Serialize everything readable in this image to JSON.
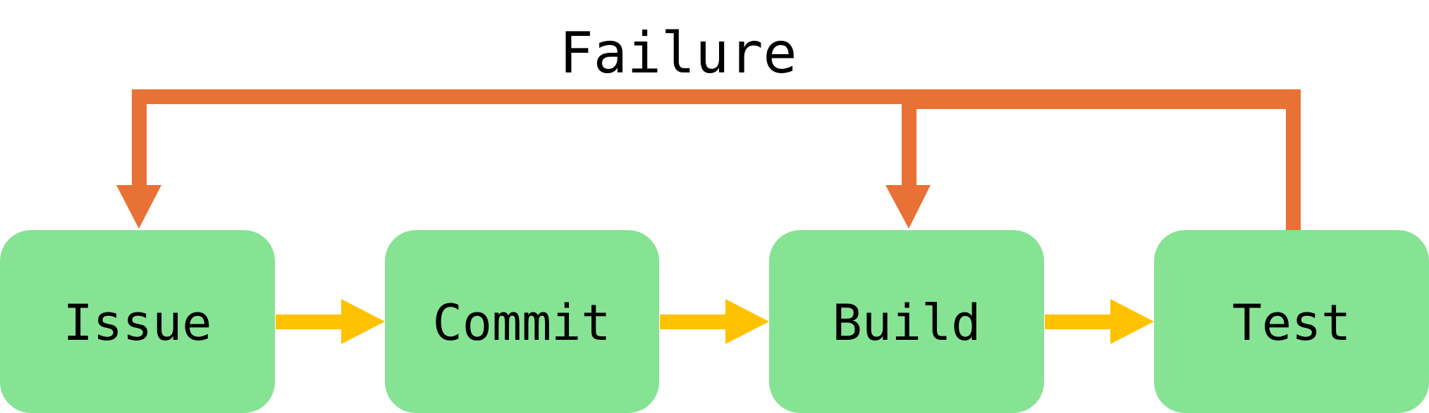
{
  "diagram": {
    "failure_label": "Failure",
    "stages": [
      {
        "id": "issue",
        "label": "Issue"
      },
      {
        "id": "commit",
        "label": "Commit"
      },
      {
        "id": "build",
        "label": "Build"
      },
      {
        "id": "test",
        "label": "Test"
      }
    ],
    "colors": {
      "stage_fill": "#86E393",
      "flow_arrow": "#FFC200",
      "failure_arrow": "#E87135",
      "text": "#000000"
    }
  }
}
